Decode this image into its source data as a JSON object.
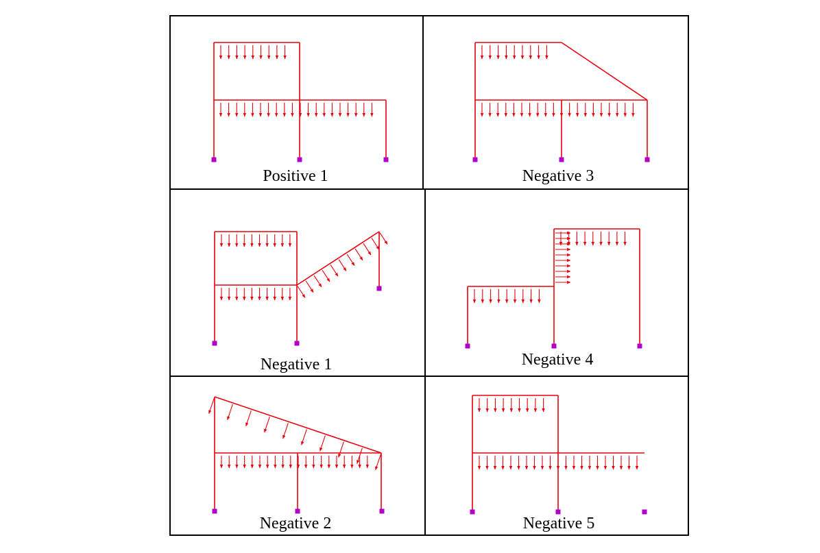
{
  "colors": {
    "member": "#e8000b",
    "support": "#b000c8",
    "border": "#000000"
  },
  "panels": [
    {
      "id": "positive-1",
      "label": "Positive 1"
    },
    {
      "id": "negative-3",
      "label": "Negative 3"
    },
    {
      "id": "negative-1",
      "label": "Negative 1"
    },
    {
      "id": "negative-4",
      "label": "Negative 4"
    },
    {
      "id": "negative-2",
      "label": "Negative 2"
    },
    {
      "id": "negative-5",
      "label": "Negative 5"
    }
  ]
}
